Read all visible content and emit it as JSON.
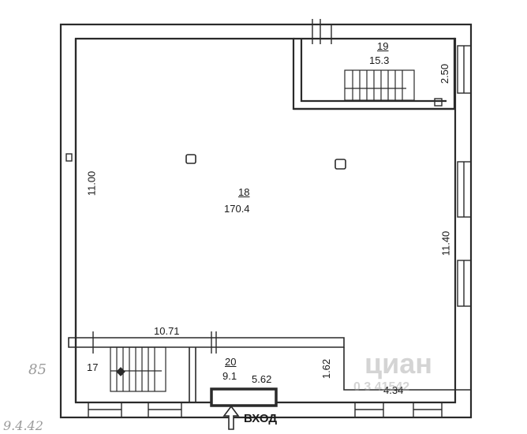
{
  "rooms": {
    "main": {
      "number": "18",
      "area": "170.4"
    },
    "stair_top": {
      "number": "19",
      "area": "15.3"
    },
    "stair_bottom": {
      "number": "17"
    },
    "corridor": {
      "number": "20",
      "area": "9.1"
    }
  },
  "dimensions": {
    "left_wall": "11.00",
    "right_wall": "11.40",
    "top_right": "2.50",
    "bottom_width": "10.71",
    "corridor_length": "5.62",
    "corridor_depth": "1.62",
    "bottom_right": "4.34"
  },
  "entrance": {
    "label": "ВХОД",
    "arrow": "up-arrow-icon"
  },
  "handwritten": {
    "left_top": "85",
    "left_bottom": "9.4.42"
  },
  "watermark": {
    "brand": "циан",
    "phone_fragment": "0 3  41542"
  },
  "colors": {
    "line": "#2a2a2a",
    "wall_fill": "#ffffff",
    "paper": "#ffffff",
    "watermark": "#bdbdbd"
  }
}
